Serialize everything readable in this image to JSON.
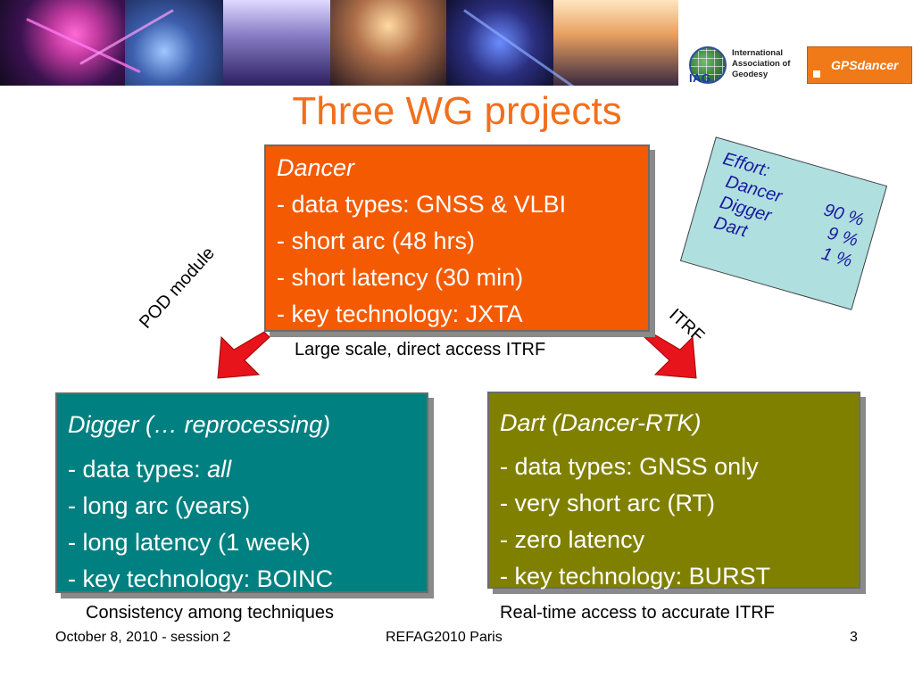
{
  "title": "Three WG projects",
  "logos": {
    "iag_abbrev": "IAG",
    "iag_name_1": "International",
    "iag_name_2": "Association of",
    "iag_name_3": "Geodesy",
    "gpsdancer": "GPSdancer"
  },
  "dancer": {
    "heading": "Dancer",
    "lines": [
      "- data types: GNSS & VLBI",
      "- short arc (48 hrs)",
      "- short latency (30 min)",
      "- key technology: JXTA"
    ]
  },
  "digger": {
    "heading": "Digger (… reprocessing)",
    "types_prefix": "- data types: ",
    "types_value": "all",
    "lines": [
      "- long arc (years)",
      "- long latency (1 week)",
      "- key technology: BOINC"
    ]
  },
  "dart": {
    "heading": "Dart (Dancer-RTK)",
    "lines": [
      "- data types: GNSS only",
      "- very short arc (RT)",
      "- zero latency",
      "- key technology: BURST"
    ]
  },
  "labels": {
    "large_scale": "Large scale, direct access ITRF",
    "consistency": "Consistency among techniques",
    "realtime": "Real-time access to accurate ITRF",
    "pod_module": "POD module",
    "itrf": "ITRF"
  },
  "effort": {
    "heading": "Effort:",
    "rows": [
      {
        "name": "Dancer",
        "value": "90 %"
      },
      {
        "name": "Digger",
        "value": "9 %"
      },
      {
        "name": "Dart",
        "value": "1 %"
      }
    ]
  },
  "footer": {
    "date": "October 8, 2010 - session 2",
    "event": "REFAG2010 Paris",
    "page": "3"
  },
  "colors": {
    "title": "#f36f1c",
    "dancer_box": "#f45a02",
    "digger_box": "#008080",
    "dart_box": "#808000",
    "arrow": "#e8141b",
    "effort_card": "#b0dfe0"
  }
}
